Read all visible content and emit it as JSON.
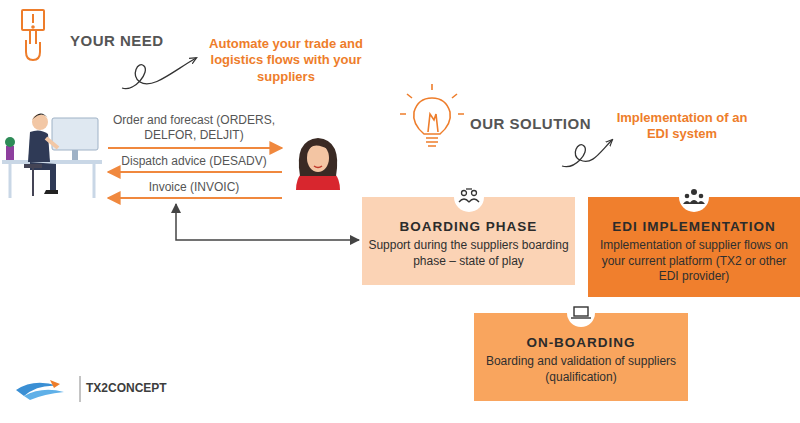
{
  "diagram": {
    "nodes": [
      {
        "text": [
          "BOARDING PHASE",
          "Support during the suppliers boarding phase – state of play"
        ]
      },
      {
        "text": [
          "EDI IMPLEMENTATION",
          "Implementation of supplier flows on your current platform (TX2 or other EDI provider)"
        ]
      },
      {
        "text": [
          "ON-BOARDING",
          "Boarding and validation of suppliers (qualification)"
        ]
      }
    ],
    "labels": [
      "YOUR NEED",
      "Automate your trade and logistics flows with your suppliers",
      "Order and forecast (ORDERS, DELFOR, DELJIT)",
      "Dispatch advice (DESADV)",
      "Invoice (INVOIC)",
      "OUR SOLUTION",
      "Implementation of an EDI system",
      "TX2CONCEPT"
    ]
  }
}
